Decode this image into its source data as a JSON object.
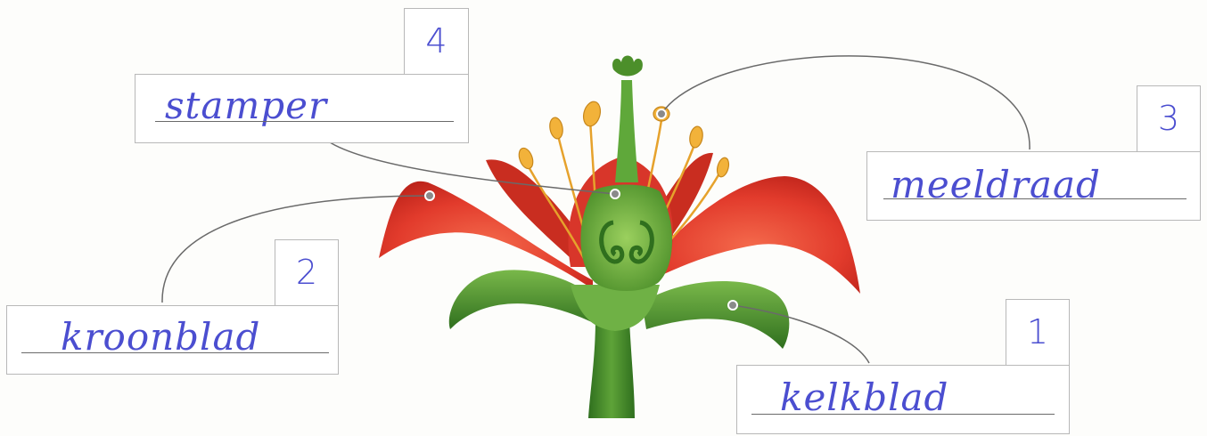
{
  "labels": [
    {
      "id": "stamper",
      "number": "4",
      "text": "stamper"
    },
    {
      "id": "kroonblad",
      "number": "2",
      "text": "kroonblad"
    },
    {
      "id": "meeldraad",
      "number": "3",
      "text": "meeldraad"
    },
    {
      "id": "kelkblad",
      "number": "1",
      "text": "kelkblad"
    }
  ],
  "colors": {
    "handwriting": "#4b4ed0",
    "petal": "#e23b2c",
    "sepal": "#4f9a2e",
    "pistil": "#5fa83a",
    "anther": "#f2b23a",
    "leader_line": "#6a6a6a"
  }
}
